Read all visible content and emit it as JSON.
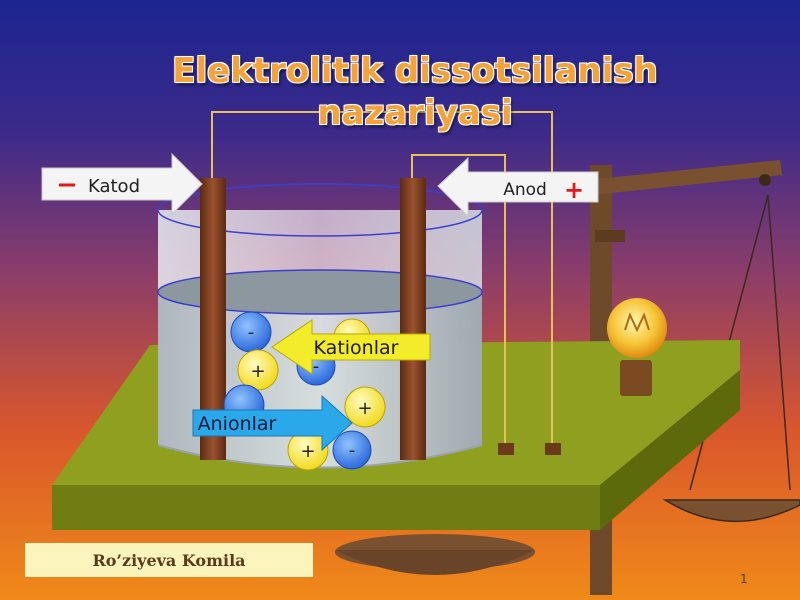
{
  "slide": {
    "title_line1": "Elektrolitik dissotsilanish",
    "title_line2": "nazariyasi",
    "katod_label": "Katod",
    "katod_sign": "−",
    "anod_label": "Anod",
    "anod_sign": "+",
    "kationlar_label": "Kationlar",
    "anionlar_label": "Anionlar",
    "ion_minus": "-",
    "ion_plus": "+",
    "author": "Ro’ziyeva Komila",
    "page_number": "1"
  },
  "colors": {
    "title": "#f4a23a",
    "electrode": "#7a3b1a",
    "table": "#8a9a1e",
    "cation": "#f3e82a",
    "anion": "#2f7de0",
    "arrow_yellow": "#f3e82a",
    "arrow_blue": "#2aa5e8"
  }
}
